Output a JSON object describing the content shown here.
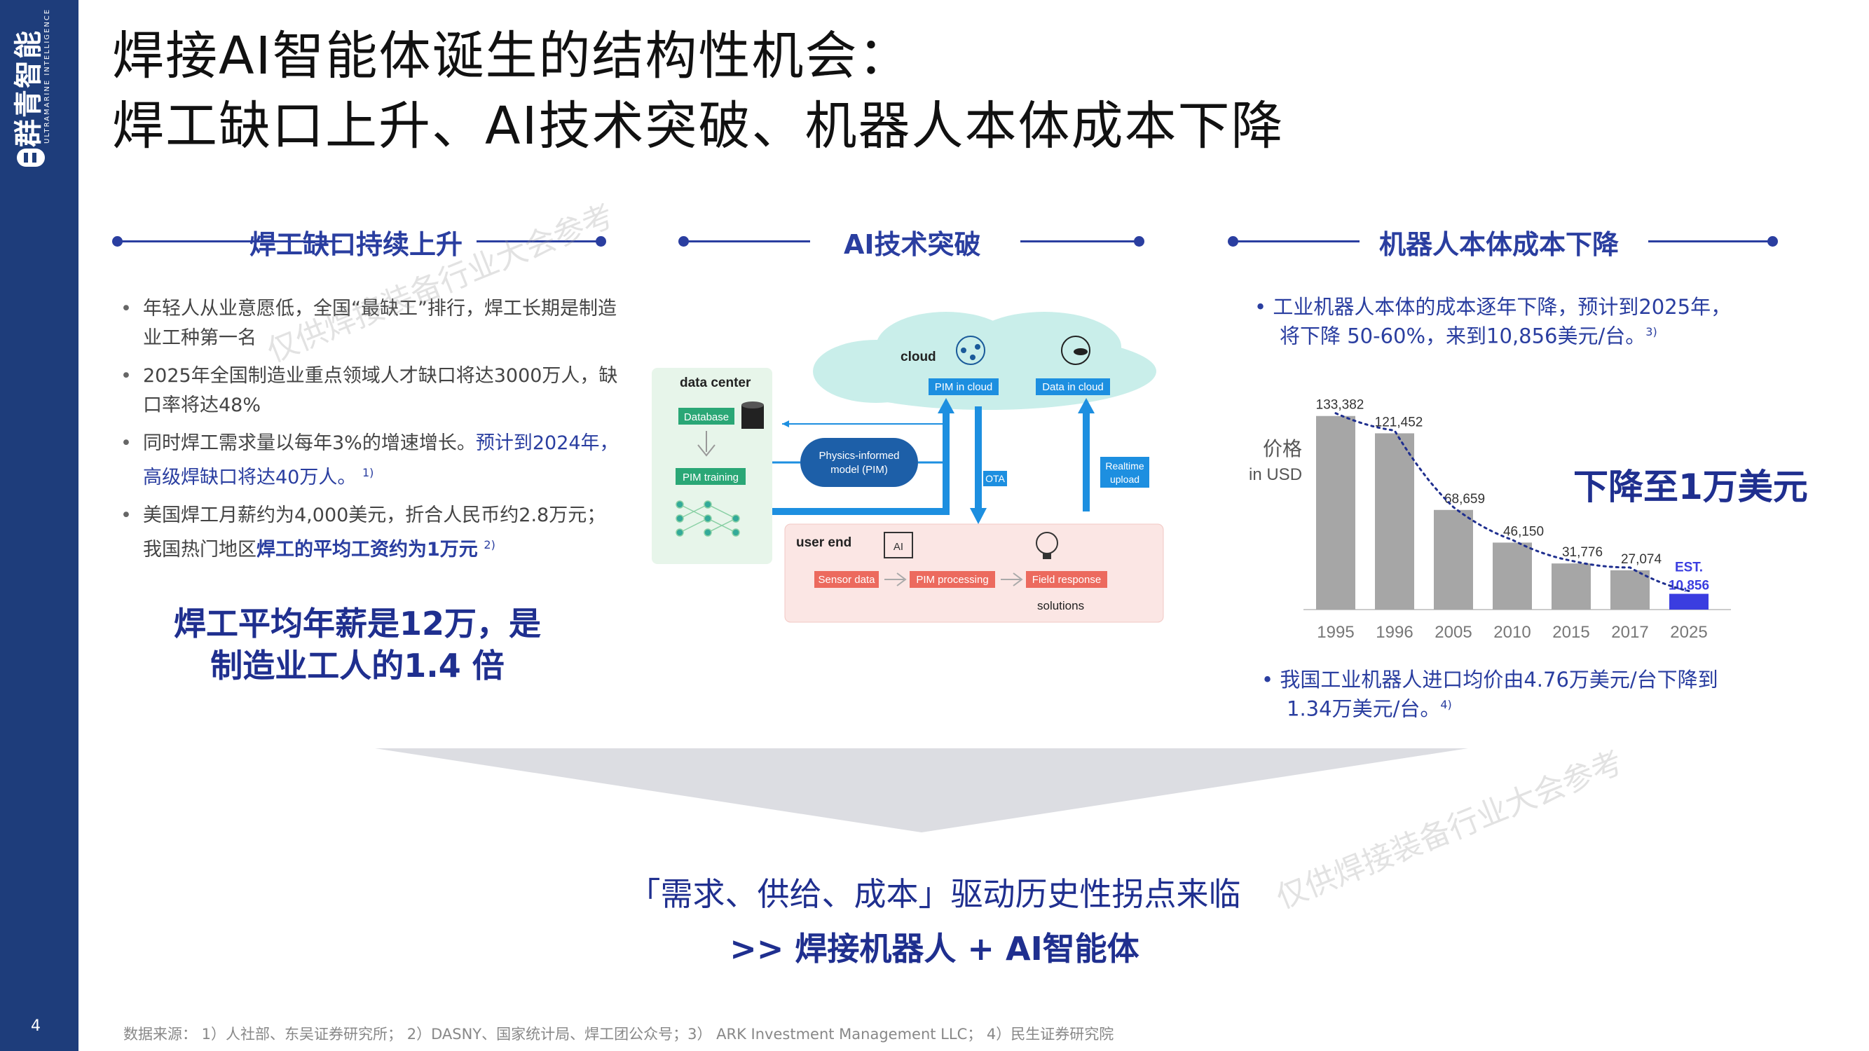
{
  "sidebar": {
    "brand_name": "群青智能",
    "brand_sub": "ULTRAMARINE INTELLIGENCE",
    "page_number": "4",
    "color": "#1e3d7b"
  },
  "title": {
    "line1": "焊接AI智能体诞生的结构性机会：",
    "line2": "焊工缺口上升、AI技术突破、机器人本体成本下降"
  },
  "sections": {
    "left": "焊工缺口持续上升",
    "middle": "AI技术突破",
    "right": "机器人本体成本下降"
  },
  "left_bullets": [
    {
      "text": "年轻人从业意愿低，全国“最缺工”排行，焊工长期是制造业工种第一名"
    },
    {
      "text": "2025年全国制造业重点领域人才缺口将达3000万人，缺口率将达48%"
    },
    {
      "text_plain": "同时焊工需求量以每年3%的增速增长。",
      "text_blue": "预计到2024年，高级焊缺口将达40万人。",
      "sup": "1)"
    },
    {
      "text_plain": "美国焊工月薪约为4,000美元，折合人民币约2.8万元；我国热门地区",
      "text_blue_bold": "焊工的平均工资约为1万元",
      "sup": "2)"
    }
  ],
  "left_emphasis": {
    "line1": "焊工平均年薪是12万，是",
    "line2": "制造业工人的1.4 倍"
  },
  "diagram": {
    "cloud_label": "cloud",
    "pim_in_cloud": "PIM in cloud",
    "data_in_cloud": "Data in cloud",
    "data_center": "data center",
    "database": "Database",
    "pim_training": "PIM training",
    "physics_model_l1": "Physics-informed",
    "physics_model_l2": "model (PIM)",
    "ota": "OTA",
    "realtime_l1": "Realtime",
    "realtime_l2": "upload",
    "user_end": "user end",
    "ai_chip": "AI",
    "sensor_data": "Sensor data",
    "pim_processing": "PIM processing",
    "field_response": "Field response",
    "solutions": "solutions"
  },
  "right_bullet_top": {
    "line1": "工业机器人本体的成本逐年下降，预计到2025年，",
    "line2": "将下降 50-60%，来到10,856美元/台。",
    "sup": "3)"
  },
  "right_bullet_bottom": {
    "line1": "我国工业机器人进口均价由4.76万美元/台下降到",
    "line2": "1.34万美元/台。",
    "sup": "4)"
  },
  "drop_callout": "下降至1万美元",
  "chart_data": {
    "type": "bar",
    "ylabel_l1": "价格",
    "ylabel_l2": "in USD",
    "categories": [
      "1995",
      "1996",
      "2005",
      "2010",
      "2015",
      "2017",
      "2025"
    ],
    "values": [
      133382,
      121452,
      68659,
      46150,
      31776,
      27074,
      10856
    ],
    "labels": [
      "133,382",
      "121,452",
      "68,659",
      "46,150",
      "31,776",
      "27,074",
      "10,856"
    ],
    "est_label": "EST.",
    "bar_color": "#a6a6a6",
    "highlight_color": "#3a3de0",
    "trend_color": "#1f2f8f"
  },
  "conclusion": {
    "line1": "「需求、供给、成本」驱动历史性拐点来临",
    "line2": ">> 焊接机器人 + AI智能体"
  },
  "source": "数据来源： 1）人社部、东吴证券研究所； 2）DASNY、国家统计局、焊工团公众号；3） ARK Investment Management LLC； 4）民生证券研究院",
  "watermarks": [
    "仅供焊接装备行业大会参考",
    "仅供焊接装备行业大会参考"
  ]
}
